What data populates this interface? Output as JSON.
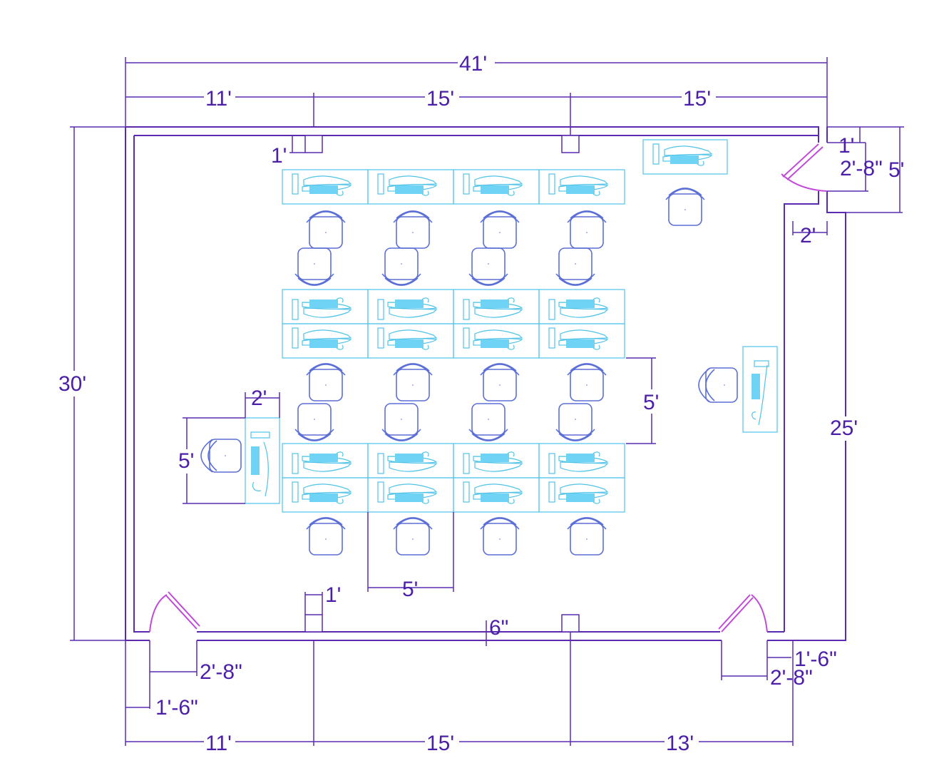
{
  "colors": {
    "dimension": "#4b1fa8",
    "wall": "#5a2bb0",
    "door": "#c04ad8",
    "desk": "#4fc3e8",
    "chair": "#5b6fd6"
  },
  "dimensions": {
    "overall_width": "41'",
    "top_left": "11'",
    "top_mid": "15'",
    "top_right": "15'",
    "overall_height": "30'",
    "right_height": "25'",
    "corner_offset_top": "1'",
    "door_top_right_width": "2'-8\"",
    "notch_height": "5'",
    "notch_depth": "2'",
    "column_top": "1'",
    "teacher_desk_depth": "2'",
    "teacher_desk_width": "5'",
    "row_gap": "5'",
    "desk_width": "5'",
    "column_bottom": "1'",
    "wall_thickness": "6\"",
    "door_left_width": "2'-8\"",
    "door_left_offset": "1'-6\"",
    "door_right_width": "2'-8\"",
    "door_right_offset": "1'-6\"",
    "bottom_left": "11'",
    "bottom_mid": "15'",
    "bottom_right": "13'"
  },
  "icons": {
    "chair": "office-chair-icon",
    "computer": "computer-workstation-icon",
    "door": "door-swing-icon",
    "column": "column-icon"
  }
}
